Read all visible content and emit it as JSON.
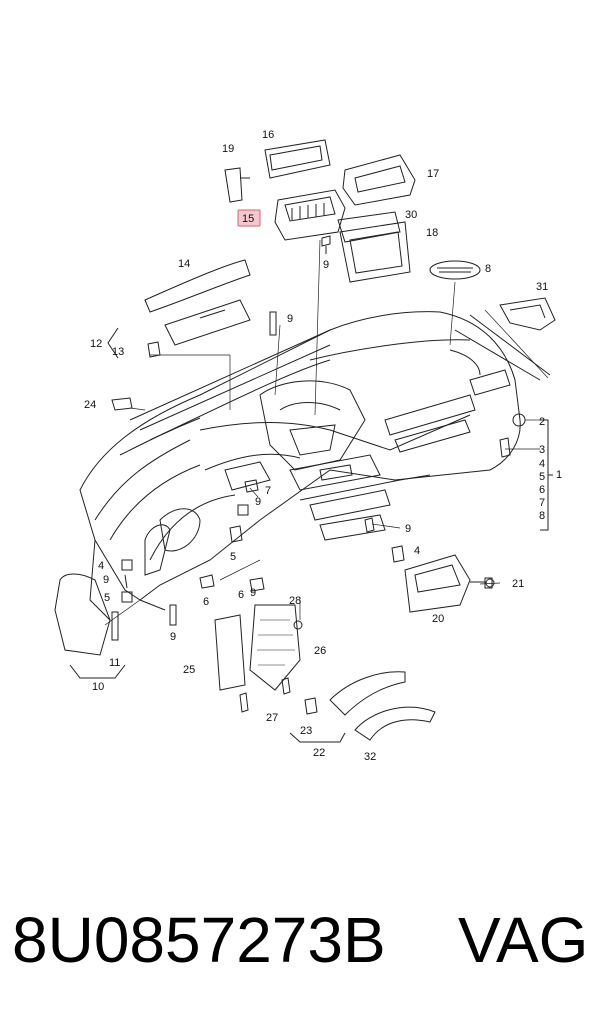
{
  "callouts": {
    "c1": "1",
    "c2": "2",
    "c3": "3",
    "c4a": "4",
    "c5a": "5",
    "c6a": "6",
    "c7a": "7",
    "c8a": "8",
    "c8b": "8",
    "c9a": "9",
    "c9b": "9",
    "c9c": "9",
    "c9d": "9",
    "c9e": "9",
    "c9f": "9",
    "c10": "10",
    "c11": "11",
    "c12": "12",
    "c13": "13",
    "c14": "14",
    "c15": "15",
    "c16": "16",
    "c17": "17",
    "c18": "18",
    "c19": "19",
    "c20": "20",
    "c21": "21",
    "c22": "22",
    "c23": "23",
    "c24": "24",
    "c25": "25",
    "c26": "26",
    "c27": "27",
    "c28": "28",
    "c30": "30",
    "c31": "31",
    "c32": "32",
    "c4b": "4",
    "c4c": "4",
    "c5b": "5",
    "c5c": "5",
    "c6b": "6",
    "c6c": "6",
    "c7b": "7",
    "c9g": "9"
  },
  "highlighted_callout": "15",
  "caption": {
    "part_number": "8U0857273B",
    "manufacturer": "VAG"
  },
  "colors": {
    "line": "#222222",
    "highlight_fill": "#f4c8cc",
    "highlight_stroke": "#d2646e"
  }
}
